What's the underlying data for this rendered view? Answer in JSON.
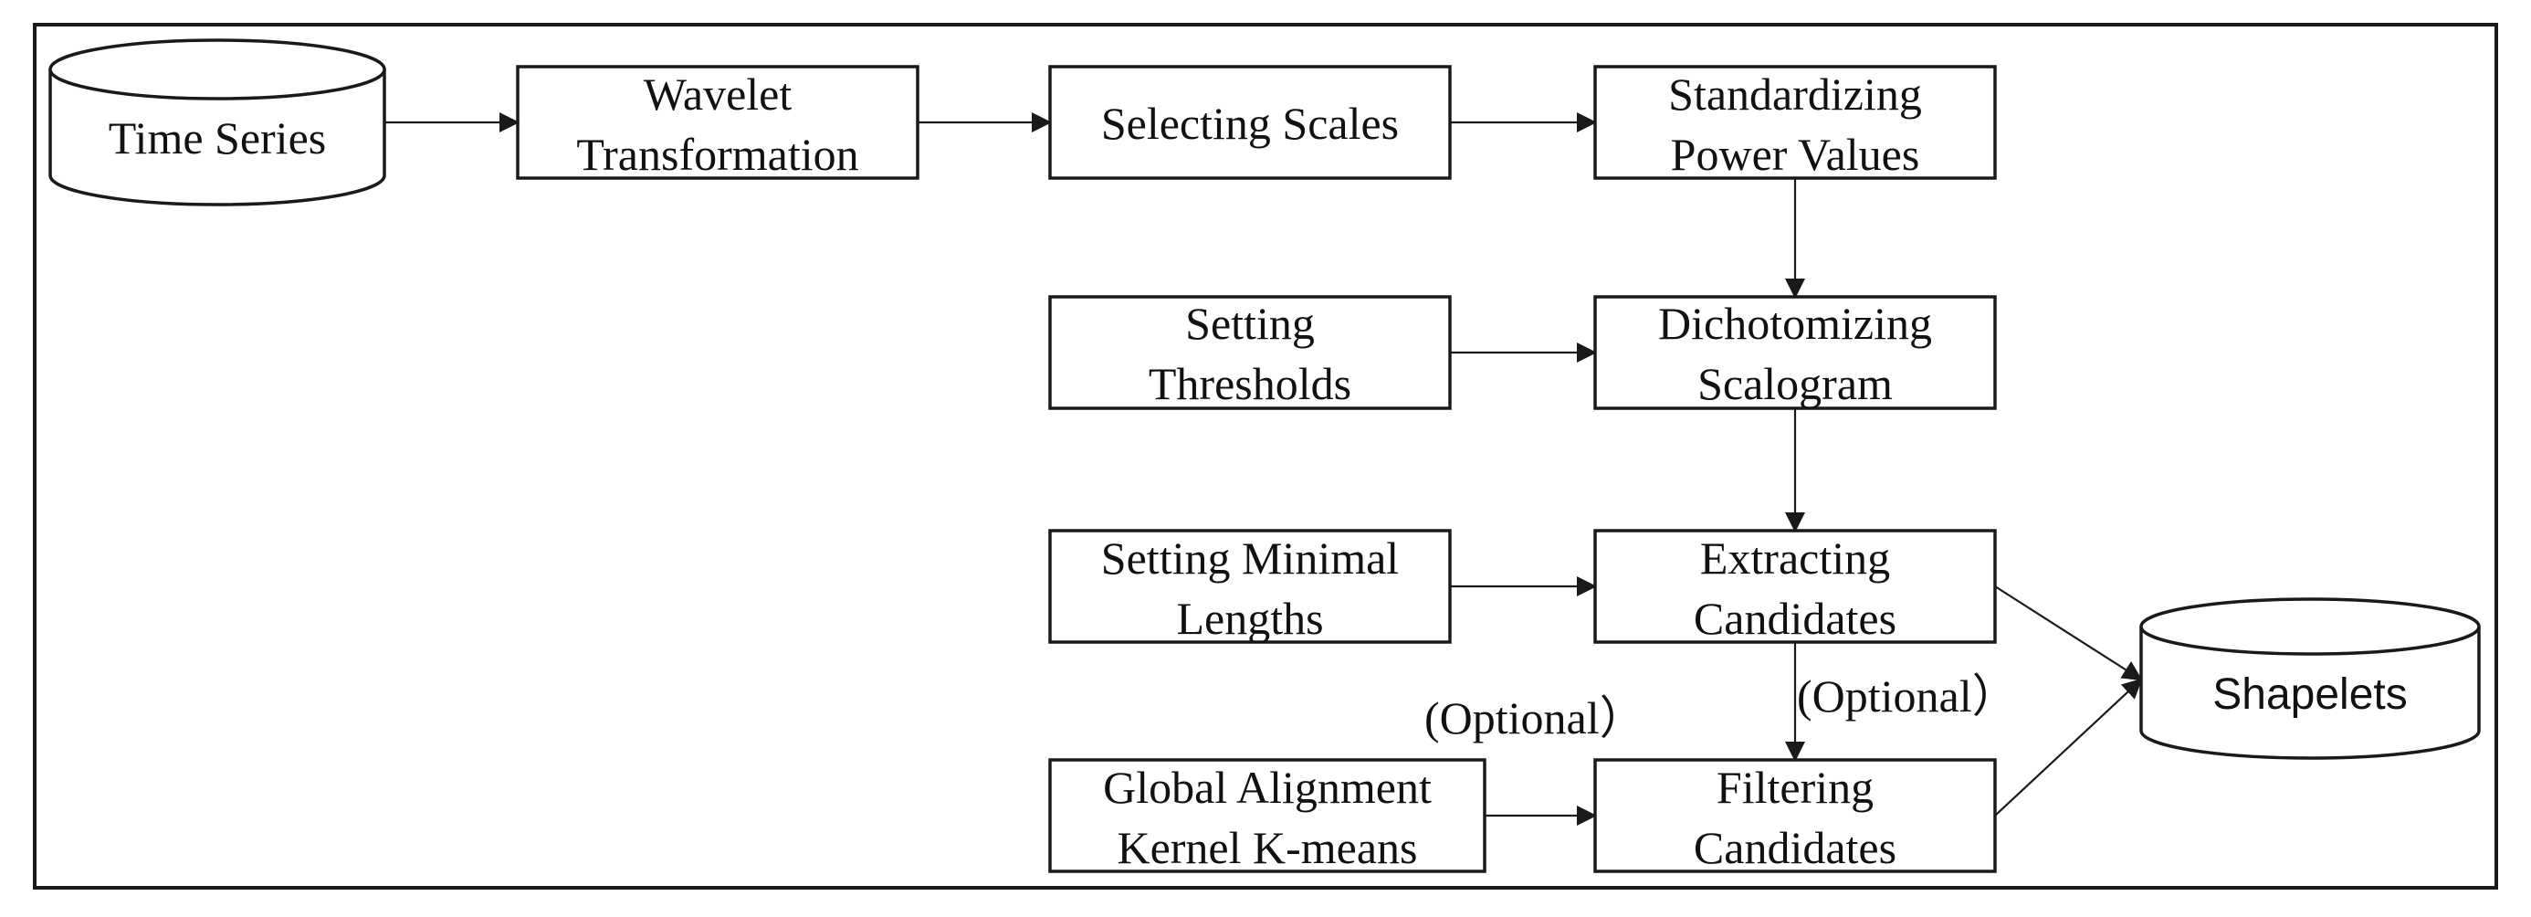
{
  "diagram": {
    "nodes": {
      "time_series": {
        "lines": [
          "Time Series"
        ]
      },
      "wavelet": {
        "lines": [
          "Wavelet",
          "Transformation"
        ]
      },
      "selecting_scales": {
        "lines": [
          "Selecting Scales"
        ]
      },
      "standardizing": {
        "lines": [
          "Standardizing",
          "Power Values"
        ]
      },
      "setting_thresholds": {
        "lines": [
          "Setting",
          "Thresholds"
        ]
      },
      "dichotomizing": {
        "lines": [
          "Dichotomizing",
          "Scalogram"
        ]
      },
      "setting_minimal": {
        "lines": [
          "Setting Minimal",
          "Lengths"
        ]
      },
      "extracting": {
        "lines": [
          "Extracting",
          "Candidates"
        ]
      },
      "global_alignment": {
        "lines": [
          "Global Alignment",
          "Kernel K-means"
        ]
      },
      "filtering": {
        "lines": [
          "Filtering",
          "Candidates"
        ]
      },
      "shapelets": {
        "lines": [
          "Shapelets"
        ]
      }
    },
    "annotations": {
      "optional_left": "(Optional）",
      "optional_right": "(Optional）"
    },
    "edges": [
      [
        "time_series",
        "wavelet"
      ],
      [
        "wavelet",
        "selecting_scales"
      ],
      [
        "selecting_scales",
        "standardizing"
      ],
      [
        "standardizing",
        "dichotomizing"
      ],
      [
        "setting_thresholds",
        "dichotomizing"
      ],
      [
        "dichotomizing",
        "extracting"
      ],
      [
        "setting_minimal",
        "extracting"
      ],
      [
        "extracting",
        "filtering"
      ],
      [
        "global_alignment",
        "filtering"
      ],
      [
        "extracting",
        "shapelets"
      ],
      [
        "filtering",
        "shapelets"
      ]
    ]
  }
}
